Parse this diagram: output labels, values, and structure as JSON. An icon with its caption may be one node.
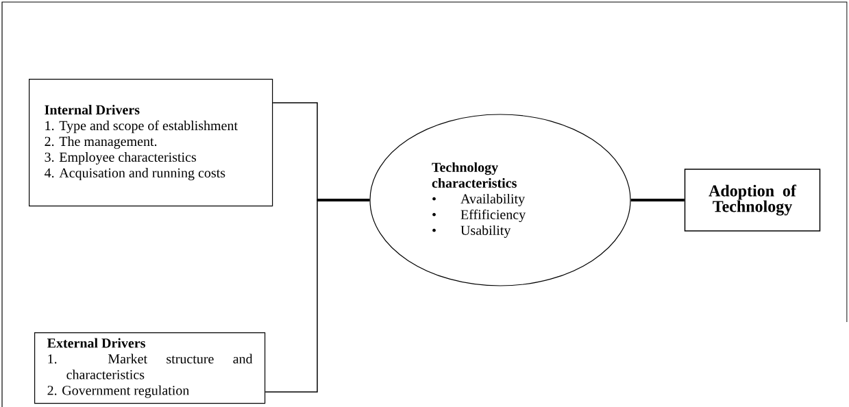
{
  "diagram": {
    "nodes": [
      {
        "text": [
          "Internal Drivers",
          "1. Type and scope of establishment",
          "2. The management.",
          "3. Employee characteristics",
          "4. Acquisation and running costs"
        ]
      },
      {
        "text": [
          "External Drivers",
          "1. Market structure and characteristics",
          "2. Government regulation"
        ]
      },
      {
        "text": [
          "Technology characteristics",
          "Availability",
          "Effificiency",
          "Usability"
        ]
      },
      {
        "text": [
          "Adoption of Technology"
        ]
      }
    ],
    "edges": [
      {
        "from": 0,
        "to": 2,
        "arrow": "none"
      },
      {
        "from": 1,
        "to": 2,
        "arrow": "none"
      },
      {
        "from": 2,
        "to": 3,
        "arrow": "none",
        "style": "thick"
      }
    ],
    "labels": [
      "•",
      "•",
      "•"
    ]
  }
}
